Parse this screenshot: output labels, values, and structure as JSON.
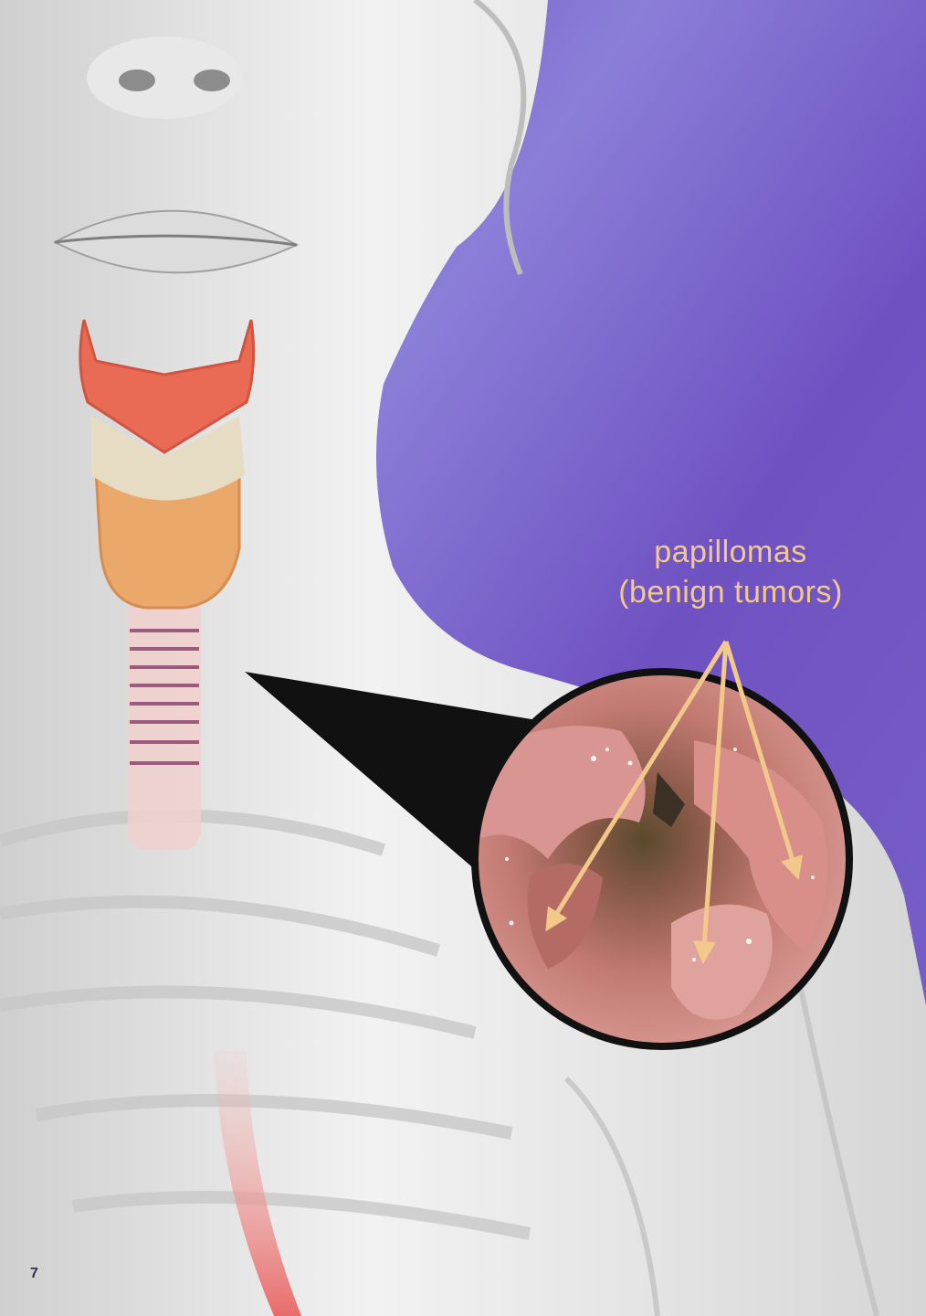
{
  "annotation": {
    "line1": "papillomas",
    "line2": "(benign tumors)"
  },
  "page_number": "7",
  "colors": {
    "background_purple": "#6f52c2",
    "label_color": "#f2c98a",
    "arrow_color": "#f2c98a",
    "thyroid_cartilage": "#e96b55",
    "thyroid_gland": "#eaa86b",
    "tissue_pink": "#c98080"
  }
}
